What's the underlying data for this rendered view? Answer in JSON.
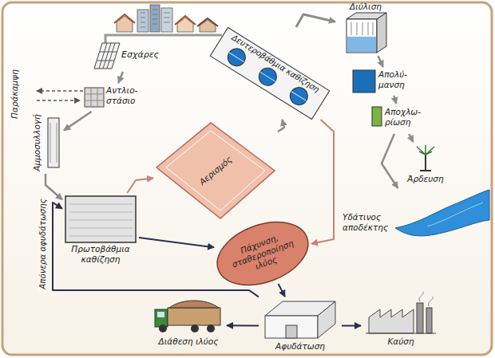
{
  "diagram": {
    "nodes": [
      {
        "text": [
          "Εσχάρες"
        ]
      },
      {
        "text": [
          "Αντλιο- στάσιο"
        ]
      },
      {
        "text": [
          "Αμμοσυλλογή"
        ]
      },
      {
        "text": [
          "Πρωτοβάθμια καθίζηση"
        ]
      },
      {
        "text": [
          "Αερισμός"
        ]
      },
      {
        "text": [
          "Δευτεροβάθμια καθίζηση"
        ]
      },
      {
        "text": [
          "Διύλιση"
        ]
      },
      {
        "text": [
          "Απολύ- μανση"
        ]
      },
      {
        "text": [
          "Αποχλω- ρίωση"
        ]
      },
      {
        "text": [
          "Άρδευση"
        ]
      },
      {
        "text": [
          "Υδάτινος αποδέκτης"
        ]
      },
      {
        "text": [
          "Πάχυνση, σταθεροποίηση ιλύος"
        ]
      },
      {
        "text": [
          "Αφυδάτωση"
        ]
      },
      {
        "text": [
          "Διάθεση ιλύος"
        ]
      },
      {
        "text": [
          "Καύση"
        ]
      }
    ],
    "edges": [
      {
        "from": 0,
        "to": 1,
        "arrow": "to"
      },
      {
        "from": 1,
        "to": 2,
        "arrow": "to"
      },
      {
        "from": 2,
        "to": 3,
        "arrow": "to"
      },
      {
        "from": 3,
        "to": 4,
        "arrow": "to"
      },
      {
        "from": 4,
        "to": 5,
        "arrow": "to"
      },
      {
        "from": 5,
        "to": 6,
        "arrow": "to"
      },
      {
        "from": 6,
        "to": 7,
        "arrow": "to"
      },
      {
        "from": 7,
        "to": 8,
        "arrow": "to"
      },
      {
        "from": 8,
        "to": 9,
        "arrow": "to"
      },
      {
        "from": 8,
        "to": 10,
        "arrow": "to"
      },
      {
        "from": 3,
        "to": 11,
        "arrow": "to"
      },
      {
        "from": 5,
        "to": 11,
        "arrow": "to"
      },
      {
        "from": 11,
        "to": 12,
        "arrow": "to"
      },
      {
        "from": 12,
        "to": 13,
        "arrow": "to"
      },
      {
        "from": 12,
        "to": 14,
        "arrow": "to"
      },
      {
        "from": 12,
        "to": 3,
        "label": "Απόνερα αφυδάτωσης",
        "arrow": "to"
      }
    ],
    "labels": [
      "Παράκαμψη"
    ]
  }
}
